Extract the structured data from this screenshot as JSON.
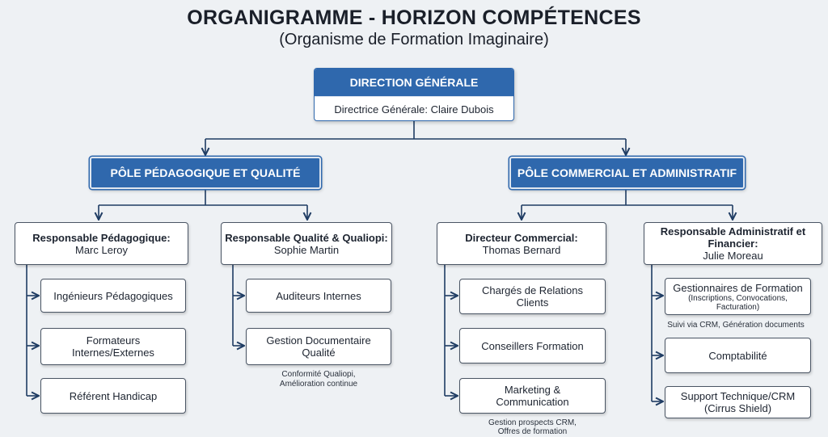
{
  "header": {
    "title": "ORGANIGRAMME - HORIZON COMPÉTENCES",
    "subtitle": "(Organisme de Formation Imaginaire)"
  },
  "direction": {
    "label": "DIRECTION GÉNÉRALE",
    "person": "Directrice Générale: Claire Dubois"
  },
  "poles": {
    "pedagogique": "PÔLE PÉDAGOGIQUE ET QUALITÉ",
    "commercial": "PÔLE COMMERCIAL ET ADMINISTRATIF"
  },
  "managers": {
    "pedagogique": {
      "role": "Responsable Pédagogique:",
      "name": "Marc Leroy"
    },
    "qualite": {
      "role": "Responsable Qualité & Qualiopi:",
      "name": "Sophie Martin"
    },
    "commercial": {
      "role": "Directeur Commercial:",
      "name": "Thomas Bernard"
    },
    "administratif": {
      "role1": "Responsable Administratif et",
      "role2": "Financier:",
      "name": "Julie Moreau"
    }
  },
  "teams": {
    "pedagogique": [
      {
        "line1": "Ingénieurs Pédagogiques",
        "line2": ""
      },
      {
        "line1": "Formateurs",
        "line2": "Internes/Externes"
      },
      {
        "line1": "Référent Handicap",
        "line2": ""
      }
    ],
    "qualite": [
      {
        "line1": "Auditeurs Internes",
        "line2": ""
      },
      {
        "line1": "Gestion Documentaire",
        "line2": "Qualité"
      }
    ],
    "commercial": [
      {
        "line1": "Chargés de Relations",
        "line2": "Clients"
      },
      {
        "line1": "Conseillers Formation",
        "line2": ""
      },
      {
        "line1": "Marketing &",
        "line2": "Communication"
      }
    ],
    "administratif": [
      {
        "line1": "Gestionnaires de Formation",
        "line2": "(Inscriptions, Convocations,",
        "line3": "Facturation)"
      },
      {
        "line1": "Comptabilité",
        "line2": ""
      },
      {
        "line1": "Support Technique/CRM",
        "line2": "(Cirrus Shield)"
      }
    ]
  },
  "notes": {
    "qualite": {
      "line1": "Conformité Qualiopi,",
      "line2": "Amélioration continue"
    },
    "administratif": "Suivi via CRM, Génération documents",
    "commercial": {
      "line1": "Gestion prospects CRM,",
      "line2": "Offres de formation"
    }
  },
  "colors": {
    "accent": "#2f68ad",
    "connector": "#1f3c63",
    "background": "#eef1f4"
  }
}
